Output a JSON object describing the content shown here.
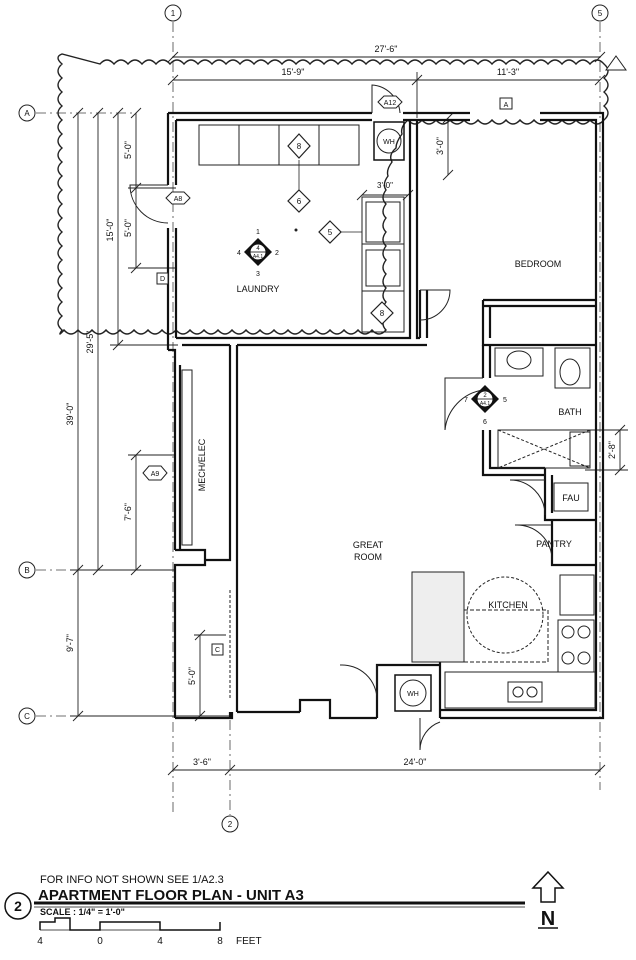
{
  "grid": {
    "col_left": "1",
    "col_right": "5",
    "col_mid": "2",
    "row_a": "A",
    "row_b": "B",
    "row_c": "C"
  },
  "dims": {
    "overall_width": "27'-6\"",
    "left_width": "15'-9\"",
    "right_width": "11'-3\"",
    "overall_depth": "39'-0\"",
    "upper_depth": "29'-5\"",
    "laundry_depth": "15'-0\"",
    "upper_5a": "5'-0\"",
    "upper_5b": "5'-0\"",
    "bedroom_3": "3'-0\"",
    "counter_3": "3'-0\"",
    "mech_7_6": "7'-6\"",
    "lower_9_7": "9'-7\"",
    "entry_5": "5'-0\"",
    "bath_2_8": "2'-8\"",
    "bottom_left": "3'-6\"",
    "bottom_right": "24'-0\""
  },
  "rooms": {
    "laundry": "LAUNDRY",
    "bedroom": "BEDROOM",
    "bath": "BATH",
    "great_room_1": "GREAT",
    "great_room_2": "ROOM",
    "kitchen": "KITCHEN",
    "pantry": "PANTRY",
    "fau": "FAU",
    "mech": "MECH/ELEC",
    "wh": "WH"
  },
  "tags": {
    "a12": "A12",
    "a8": "A8",
    "a9": "A9",
    "a": "A",
    "d": "D",
    "c": "C",
    "key6": "6",
    "key5": "5",
    "key8": "8",
    "elev_4": "4",
    "elev_sheet": "A4.1",
    "elev_2": "2",
    "n1": "1",
    "n2": "2",
    "n3": "3",
    "n4": "4",
    "n5": "5",
    "n6": "6",
    "n7": "7"
  },
  "title_block": {
    "note": "FOR INFO NOT SHOWN  SEE 1/A2.3",
    "number": "2",
    "title": "APARTMENT FLOOR PLAN -  UNIT A3",
    "scale": "SCALE :  1/4\" = 1'-0\"",
    "scale_4": "4",
    "scale_0": "0",
    "scale_4b": "4",
    "scale_8": "8",
    "scale_unit": "FEET",
    "north": "N"
  }
}
